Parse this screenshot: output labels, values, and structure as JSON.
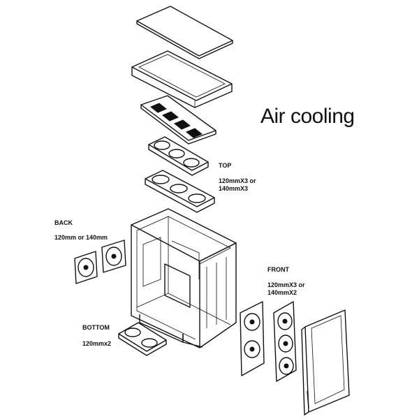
{
  "title": "Air cooling",
  "labels": {
    "top": "TOP",
    "top_spec_1": "120mmX3 or",
    "top_spec_2": "140mmX3",
    "back": "BACK",
    "back_spec": "120mm or 140mm",
    "front": "FRONT",
    "front_spec_1": "120mmX3 or",
    "front_spec_2": "140mmX2",
    "bottom": "BOTTOM",
    "bottom_spec": "120mmx2"
  }
}
